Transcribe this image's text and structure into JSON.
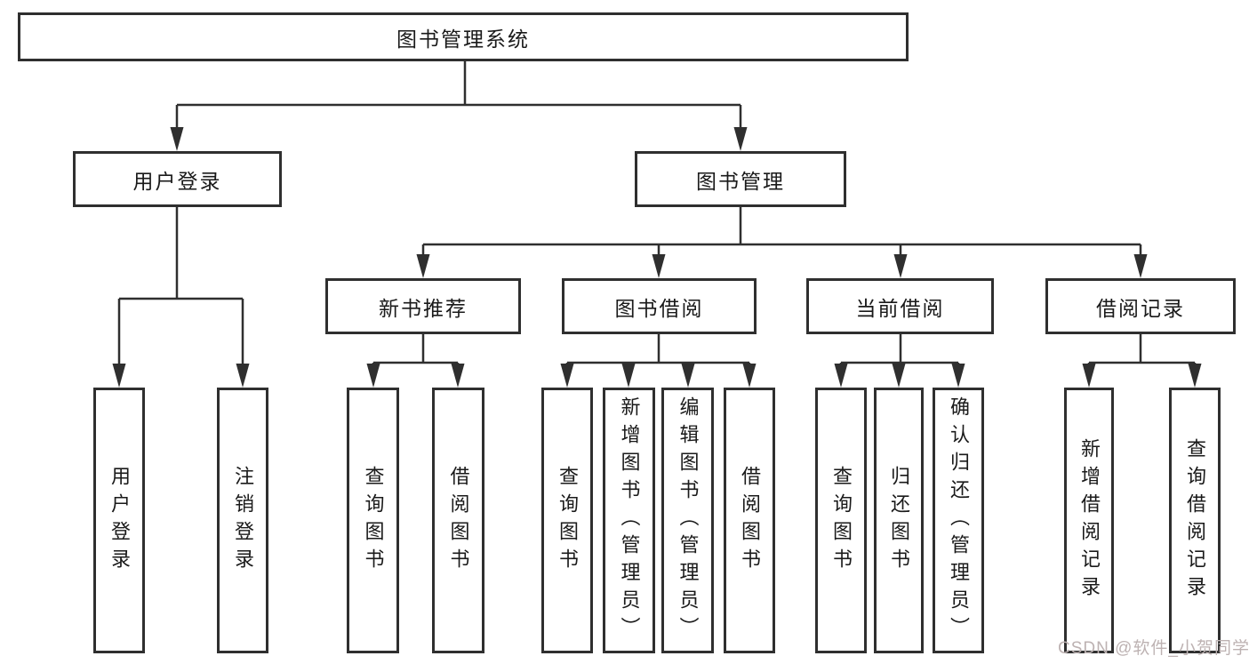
{
  "tree": {
    "root": "图书管理系统",
    "branches": [
      {
        "label": "用户登录",
        "children": [
          "用户登录",
          "注销登录"
        ]
      },
      {
        "label": "图书管理",
        "modules": [
          {
            "label": "新书推荐",
            "children": [
              "查询图书",
              "借阅图书"
            ]
          },
          {
            "label": "图书借阅",
            "children": [
              "查询图书",
              "新增图书（管理员）",
              "编辑图书（管理员）",
              "借阅图书"
            ]
          },
          {
            "label": "当前借阅",
            "children": [
              "查询图书",
              "归还图书",
              "确认归还（管理员）"
            ]
          },
          {
            "label": "借阅记录",
            "children": [
              "新增借阅记录",
              "查询借阅记录"
            ]
          }
        ]
      }
    ]
  },
  "watermark": {
    "text": "CSDN @软件_小贺同学"
  },
  "colors": {
    "line": "#2f2f2f",
    "text": "#1a1a1a",
    "watermark": "#bdb2b2",
    "background": "#ffffff"
  }
}
